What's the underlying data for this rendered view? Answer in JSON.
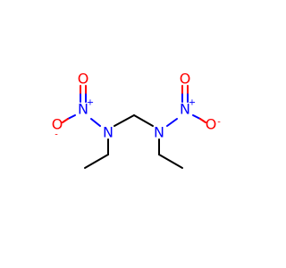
{
  "molecule": {
    "atoms": {
      "n_amine_left": {
        "symbol": "N",
        "color": "#0000ff"
      },
      "n_nitro_left": {
        "symbol": "N",
        "charge": "+",
        "color": "#0000ff"
      },
      "o_double_left": {
        "symbol": "O",
        "color": "#ff0000"
      },
      "o_single_left": {
        "symbol": "O",
        "charge": "-",
        "color": "#ff0000"
      },
      "n_amine_right": {
        "symbol": "N",
        "color": "#0000ff"
      },
      "n_nitro_right": {
        "symbol": "N",
        "charge": "+",
        "color": "#0000ff"
      },
      "o_double_right": {
        "symbol": "O",
        "color": "#ff0000"
      },
      "o_single_right": {
        "symbol": "O",
        "charge": "-",
        "color": "#ff0000"
      }
    },
    "colors": {
      "bond": "#000000",
      "nitrogen": "#0000ff",
      "oxygen": "#ff0000"
    }
  }
}
